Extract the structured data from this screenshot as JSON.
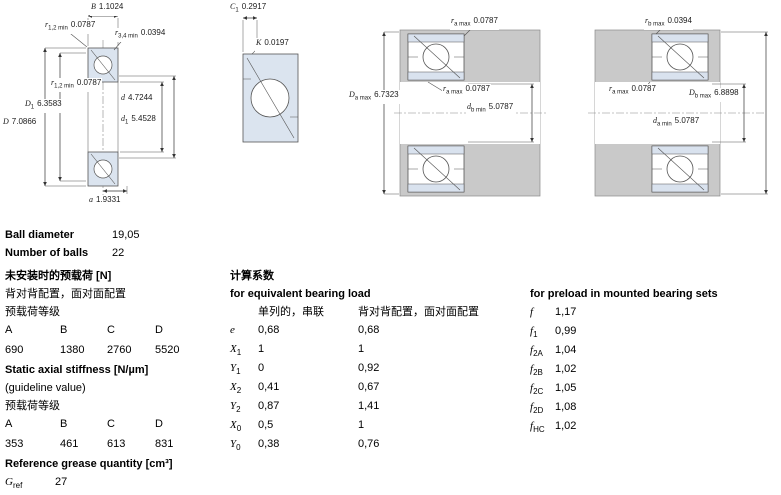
{
  "dims": {
    "B": {
      "sym": "B",
      "val": "1.1024"
    },
    "r12_top": {
      "sym": "r",
      "sub": "1,2 min",
      "val": "0.0787"
    },
    "r34": {
      "sym": "r",
      "sub": "3,4 min",
      "val": "0.0394"
    },
    "r12_mid": {
      "sym": "r",
      "sub": "1,2 min",
      "val": "0.0787"
    },
    "D1": {
      "sym": "D",
      "sub": "1",
      "val": "6.3583"
    },
    "D": {
      "sym": "D",
      "val": "7.0866"
    },
    "d": {
      "sym": "d",
      "val": "4.7244"
    },
    "d1": {
      "sym": "d",
      "sub": "1",
      "val": "5.4528"
    },
    "a": {
      "sym": "a",
      "val": "1.9331"
    },
    "C1": {
      "sym": "C",
      "sub": "1",
      "val": "0.2917"
    },
    "K": {
      "sym": "K",
      "val": "0.0197"
    },
    "ra_top": {
      "sym": "r",
      "sub": "a max",
      "val": "0.0787"
    },
    "Da": {
      "sym": "D",
      "sub": "a max",
      "val": "6.7323"
    },
    "ra_mid": {
      "sym": "r",
      "sub": "a max",
      "val": "0.0787"
    },
    "db": {
      "sym": "d",
      "sub": "b min",
      "val": "5.0787"
    },
    "rb_top": {
      "sym": "r",
      "sub": "b max",
      "val": "0.0394"
    },
    "ra_mid2": {
      "sym": "r",
      "sub": "a max",
      "val": "0.0787"
    },
    "Db": {
      "sym": "D",
      "sub": "b max",
      "val": "6.8898"
    },
    "da": {
      "sym": "d",
      "sub": "a min",
      "val": "5.0787"
    }
  },
  "specs": {
    "ball_diameter_label": "Ball diameter",
    "ball_diameter": "19,05",
    "num_balls_label": "Number of balls",
    "num_balls": "22",
    "preload_title": "未安装时的预载荷 [N]",
    "preload_sub": "背对背配置，面对面配置",
    "preload_class_label": "预载荷等级",
    "class_headers": [
      "A",
      "B",
      "C",
      "D"
    ],
    "preload_values": [
      "690",
      "1380",
      "2760",
      "5520"
    ],
    "stiffness_title": "Static axial stiffness [N/µm]",
    "stiffness_sub": "(guideline value)",
    "stiffness_class_label": "预载荷等级",
    "stiffness_values": [
      "353",
      "461",
      "613",
      "831"
    ],
    "grease_title": "Reference grease quantity [cm³]",
    "grease_sym": "G",
    "grease_sub": "ref",
    "grease_value": "27"
  },
  "factors": {
    "title": "计算系数",
    "subtitle": "for equivalent bearing load",
    "col1": "单列的，串联",
    "col2": "背对背配置，面对面配置",
    "rows": [
      {
        "sym": "e",
        "sub": "",
        "v1": "0,68",
        "v2": "0,68"
      },
      {
        "sym": "X",
        "sub": "1",
        "v1": "1",
        "v2": "1"
      },
      {
        "sym": "Y",
        "sub": "1",
        "v1": "0",
        "v2": "0,92"
      },
      {
        "sym": "X",
        "sub": "2",
        "v1": "0,41",
        "v2": "0,67"
      },
      {
        "sym": "Y",
        "sub": "2",
        "v1": "0,87",
        "v2": "1,41"
      },
      {
        "sym": "X",
        "sub": "0",
        "v1": "0,5",
        "v2": "1"
      },
      {
        "sym": "Y",
        "sub": "0",
        "v1": "0,38",
        "v2": "0,76"
      }
    ]
  },
  "preload_factors": {
    "title": "for preload in mounted bearing sets",
    "rows": [
      {
        "sym": "f",
        "sub": "",
        "val": "1,17"
      },
      {
        "sym": "f",
        "sub": "1",
        "val": "0,99"
      },
      {
        "sym": "f",
        "sub": "2A",
        "val": "1,04"
      },
      {
        "sym": "f",
        "sub": "2B",
        "val": "1,02"
      },
      {
        "sym": "f",
        "sub": "2C",
        "val": "1,05"
      },
      {
        "sym": "f",
        "sub": "2D",
        "val": "1,08"
      },
      {
        "sym": "f",
        "sub": "HC",
        "val": "1,02"
      }
    ]
  }
}
